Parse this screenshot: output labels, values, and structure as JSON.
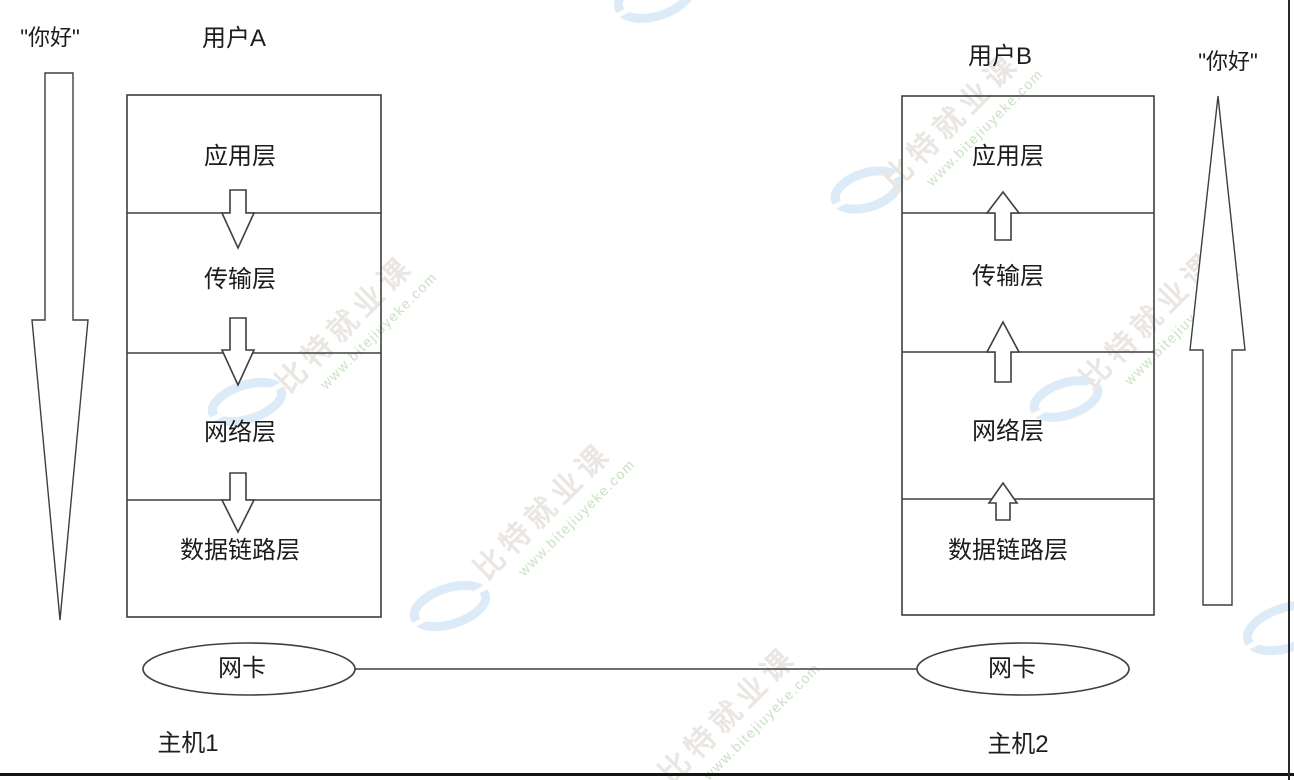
{
  "watermark": {
    "brand": "比特就业课",
    "url": "www.bitejiuyeke.com",
    "brand_color": "#eae7e3",
    "url_color": "#c9e1c4",
    "logo_color": "#ddebf8"
  },
  "line_color": "#3f3f3f",
  "hostA": {
    "message": "\"你好\"",
    "user": "用户A",
    "layers": [
      "应用层",
      "传输层",
      "网络层",
      "数据链路层"
    ],
    "nic": "网卡",
    "host": "主机1"
  },
  "hostB": {
    "message": "\"你好\"",
    "user": "用户B",
    "layers": [
      "应用层",
      "传输层",
      "网络层",
      "数据链路层"
    ],
    "nic": "网卡",
    "host": "主机2"
  }
}
